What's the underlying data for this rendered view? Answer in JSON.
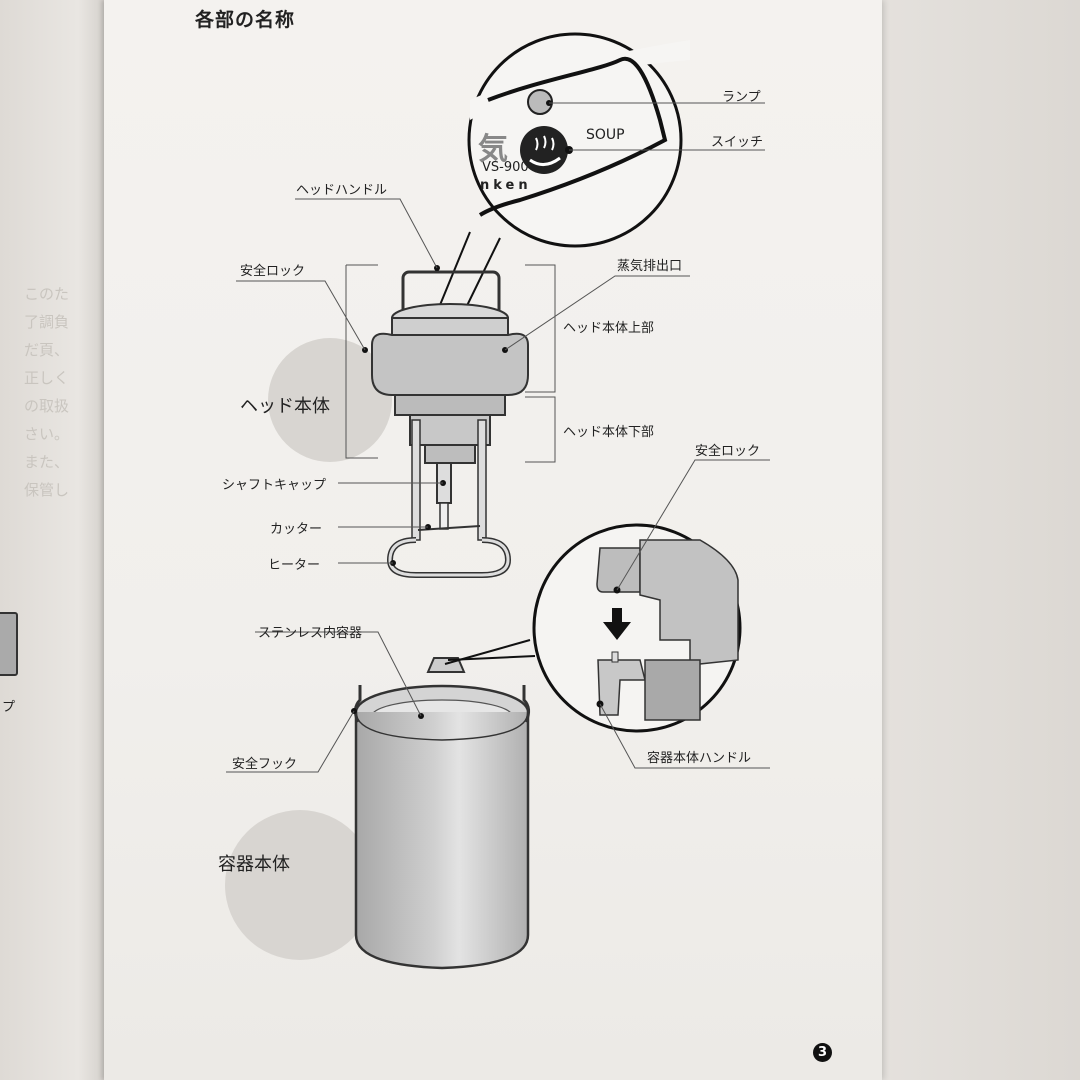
{
  "document": {
    "section_title": "各部の名称",
    "page_number": "3"
  },
  "callout_top": {
    "labels": {
      "lamp": "ランプ",
      "switch": "スイッチ"
    },
    "panel_text": {
      "button_label": "SOUP",
      "model": "VS-900",
      "brand_fragment": "nken",
      "kanji_fragment": "気"
    }
  },
  "head_unit": {
    "group_label": "ヘッド本体",
    "labels": {
      "head_handle": "ヘッドハンドル",
      "safety_lock": "安全ロック",
      "steam_outlet": "蒸気排出口",
      "head_upper": "ヘッド本体上部",
      "head_lower": "ヘッド本体下部",
      "shaft_cap": "シャフトキャップ",
      "cutter": "カッター",
      "heater": "ヒーター"
    }
  },
  "container": {
    "group_label": "容器本体",
    "labels": {
      "inner_container": "ステンレス内容器",
      "safety_hook": "安全フック"
    }
  },
  "callout_lock": {
    "labels": {
      "safety_lock": "安全ロック",
      "container_handle": "容器本体ハンドル"
    }
  },
  "left_page_fragment": {
    "lines": [
      "このた",
      "了調負",
      "だ頁、",
      "正しく",
      "の取扱",
      "さい。",
      "また、",
      "保管し"
    ],
    "bottom_fragment": "プ"
  },
  "colors": {
    "paper": "#f2f0ed",
    "ink": "#222222",
    "highlight_circle": "#d6d3cf",
    "metal": "#c9c9c9"
  }
}
